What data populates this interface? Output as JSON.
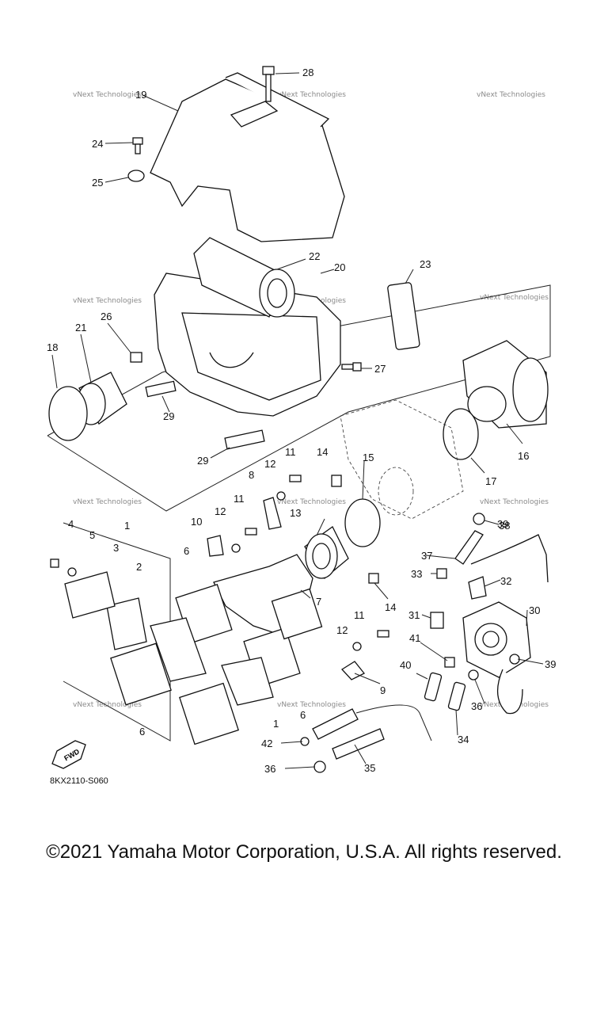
{
  "diagram_code": "8KX2110-S060",
  "copyright": "©2021 Yamaha Motor Corporation, U.S.A. All rights reserved.",
  "fwd_label": "FWD",
  "watermark_text": "vNext Technologies",
  "callouts": {
    "c1": "1",
    "c2": "2",
    "c3": "3",
    "c4": "4",
    "c5": "5",
    "c6": "6",
    "c7": "7",
    "c8": "8",
    "c9": "9",
    "c10": "10",
    "c11": "11",
    "c12": "12",
    "c13": "13",
    "c14": "14",
    "c15": "15",
    "c16": "16",
    "c17": "17",
    "c18": "18",
    "c19": "19",
    "c20": "20",
    "c21": "21",
    "c22": "22",
    "c23": "23",
    "c24": "24",
    "c25": "25",
    "c26": "26",
    "c27": "27",
    "c28": "28",
    "c29": "29",
    "c30": "30",
    "c31": "31",
    "c32": "32",
    "c33": "33",
    "c34": "34",
    "c35": "35",
    "c36": "36",
    "c37": "37",
    "c38": "38",
    "c39": "39",
    "c40": "40",
    "c41": "41",
    "c42": "42"
  }
}
